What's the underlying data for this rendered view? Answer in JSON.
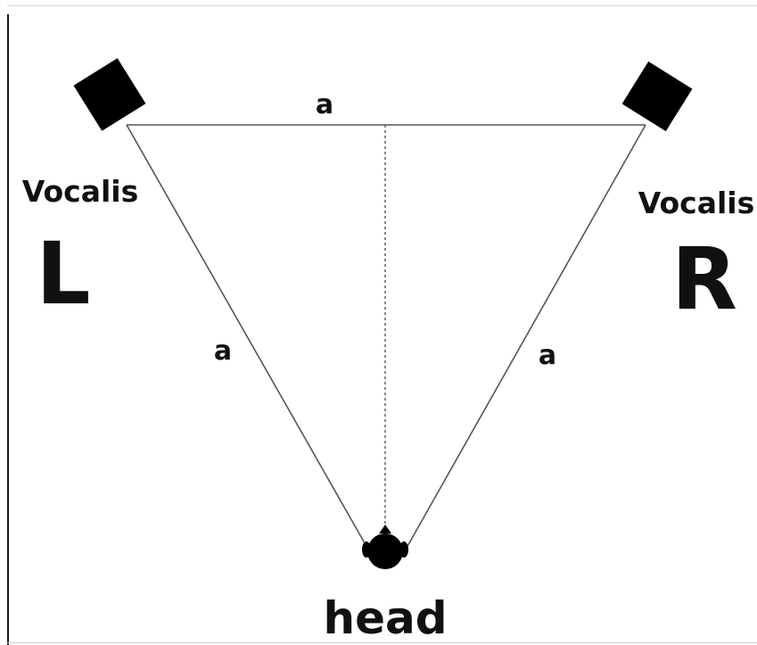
{
  "diagram": {
    "edge_labels": {
      "top": "a",
      "left": "a",
      "right": "a"
    },
    "left_speaker": {
      "brand": "Vocalis",
      "channel": "L"
    },
    "right_speaker": {
      "brand": "Vocalis",
      "channel": "R"
    },
    "listener": {
      "label": "head"
    }
  }
}
